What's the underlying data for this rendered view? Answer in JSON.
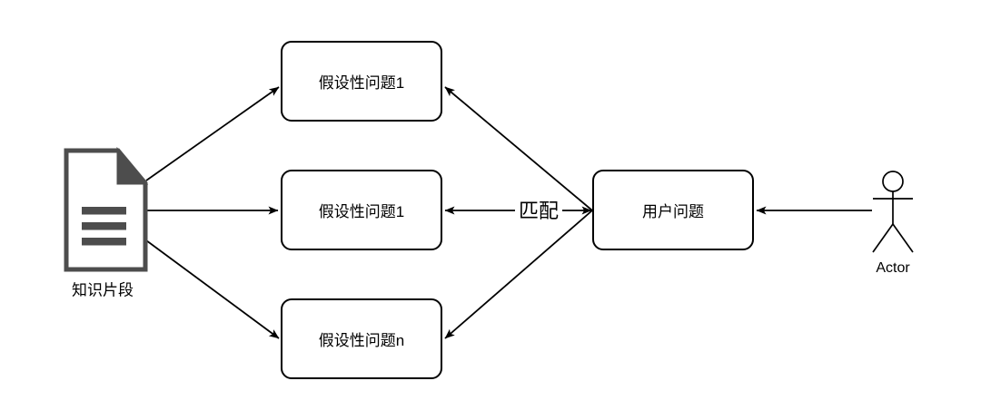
{
  "diagram": {
    "type": "flow",
    "background": "#ffffff",
    "colors": {
      "line": "#000000",
      "node_border": "#000000",
      "node_fill": "#ffffff",
      "document_icon": "#4d4d4d",
      "text": "#000000"
    },
    "nodes": {
      "knowledge_fragment": {
        "label": "知识片段",
        "icon": "document-icon"
      },
      "hypothetical_q1": {
        "label": "假设性问题1"
      },
      "hypothetical_q2": {
        "label": "假设性问题1"
      },
      "hypothetical_qn": {
        "label": "假设性问题n"
      },
      "user_question": {
        "label": "用户问题"
      },
      "actor": {
        "label": "Actor",
        "icon": "actor-icon"
      }
    },
    "edges": [
      {
        "from": "knowledge_fragment",
        "to": "hypothetical_q1",
        "arrow": "end",
        "label": ""
      },
      {
        "from": "knowledge_fragment",
        "to": "hypothetical_q2",
        "arrow": "end",
        "label": ""
      },
      {
        "from": "knowledge_fragment",
        "to": "hypothetical_qn",
        "arrow": "end",
        "label": ""
      },
      {
        "from": "user_question",
        "to": "hypothetical_q1",
        "arrow": "end",
        "label": ""
      },
      {
        "from": "user_question",
        "to": "hypothetical_q2",
        "arrow": "both",
        "label": "匹配"
      },
      {
        "from": "user_question",
        "to": "hypothetical_qn",
        "arrow": "end",
        "label": ""
      },
      {
        "from": "actor",
        "to": "user_question",
        "arrow": "end",
        "label": ""
      }
    ]
  }
}
